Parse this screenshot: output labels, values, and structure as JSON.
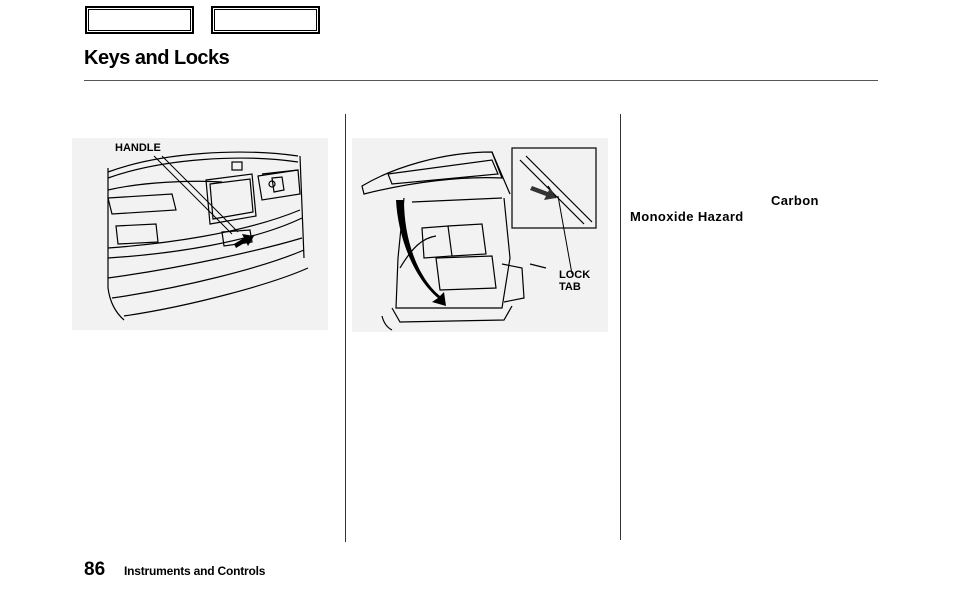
{
  "header": {
    "title": "Keys and Locks"
  },
  "figures": {
    "left": {
      "callout": "HANDLE"
    },
    "middle": {
      "callout_line1": "LOCK",
      "callout_line2": "TAB"
    }
  },
  "right_column": {
    "text_line1": "Carbon",
    "text_line2": "Monoxide Hazard"
  },
  "footer": {
    "page_number": "86",
    "section": "Instruments and Controls"
  }
}
